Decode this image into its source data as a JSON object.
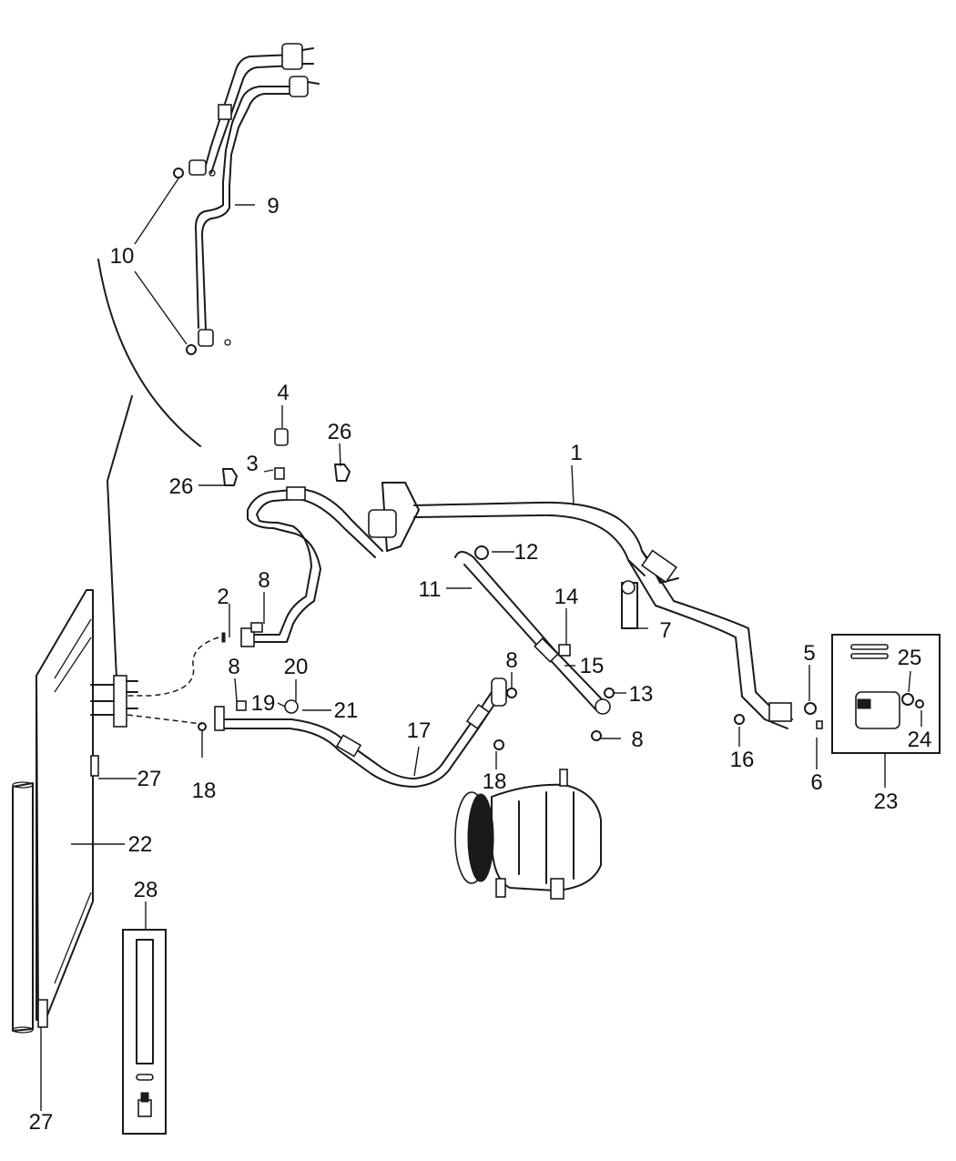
{
  "callouts": {
    "c1": "1",
    "c2": "2",
    "c3": "3",
    "c4": "4",
    "c5": "5",
    "c6": "6",
    "c7": "7",
    "c8a": "8",
    "c8b": "8",
    "c8c": "8",
    "c8d": "8",
    "c9": "9",
    "c10": "10",
    "c11": "11",
    "c12": "12",
    "c13": "13",
    "c14": "14",
    "c15": "15",
    "c16": "16",
    "c17": "17",
    "c18a": "18",
    "c18b": "18",
    "c19": "19",
    "c20": "20",
    "c21": "21",
    "c22": "22",
    "c23": "23",
    "c24": "24",
    "c25": "25",
    "c26a": "26",
    "c26b": "26",
    "c27a": "27",
    "c27b": "27",
    "c28": "28"
  }
}
